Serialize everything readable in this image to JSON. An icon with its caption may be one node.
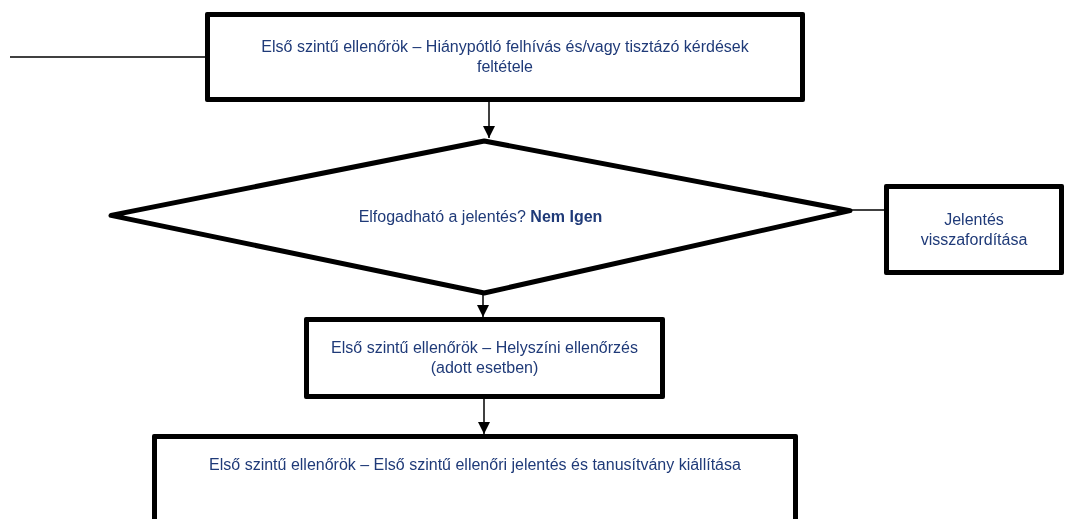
{
  "diagram": {
    "nodes": [
      {
        "text": [
          "Első szintű ellenőrök – Hiánypótló felhívás és/vagy tisztázó kérdések feltétele"
        ]
      },
      {
        "text": [
          "Elfogadható a jelentés? **Nem** **Igen**"
        ]
      },
      {
        "text": [
          "Jelentés visszafordítása"
        ]
      },
      {
        "text": [
          "Első szintű ellenőrök – Helyszíni ellenőrzés (adott esetben)"
        ]
      },
      {
        "text": [
          "Első szintű ellenőrök – Első szintű ellenőri jelentés és tanusítvány kiállítása"
        ]
      }
    ],
    "edges": [
      {
        "from": null,
        "to": 0,
        "arrow": "none"
      },
      {
        "from": 0,
        "to": 1,
        "arrow": "to"
      },
      {
        "from": 1,
        "to": 2,
        "arrow": "none"
      },
      {
        "from": 1,
        "to": 3,
        "arrow": "to"
      },
      {
        "from": 3,
        "to": 4,
        "arrow": "to"
      }
    ]
  }
}
